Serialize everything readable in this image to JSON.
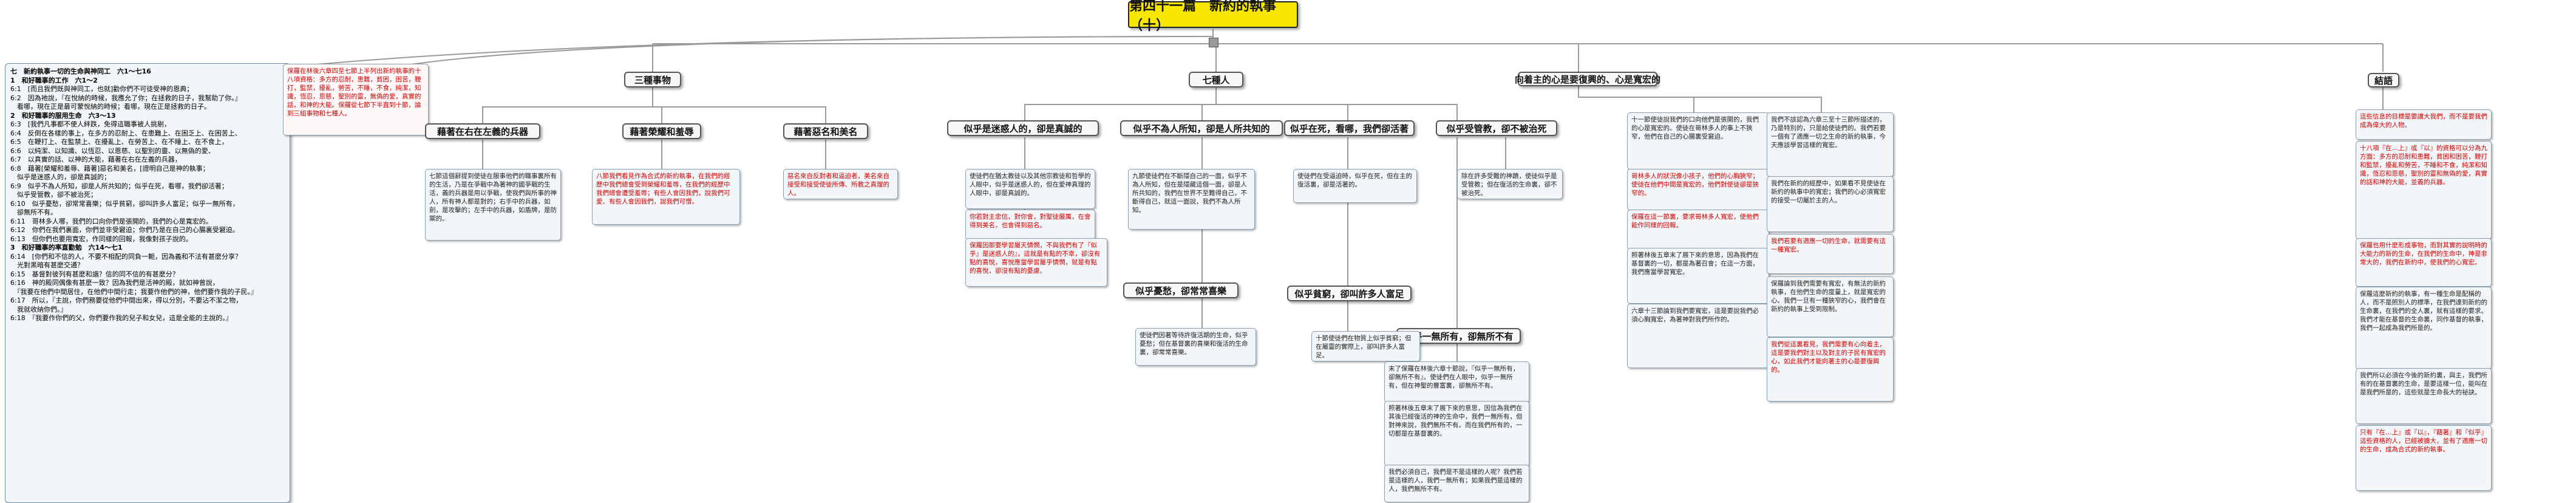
{
  "title": "第四十一篇　新約的執事（十）",
  "nodes": {
    "three_things": "三種事物",
    "seven_persons": "七種人",
    "turn_to_lord": "向着主的心是要復興的、心是寬宏的",
    "conclusion": "結語",
    "weapons": "藉著在右在左義的兵器",
    "glory_dishonor": "藉著榮耀和羞辱",
    "evil_good_report": "藉著惡名和美名",
    "deceivers_true": "似乎是迷惑人的，卻是真誠的",
    "unknown_known": "似乎不為人所知，卻是人所共知的",
    "dying_live": "似乎在死，看哪，我們卻活著",
    "chastened_not_killed": "似乎受管教，卻不被治死",
    "sorrowful_rejoicing": "似乎憂愁，卻常常喜樂",
    "poor_rich": "似乎貧窮，卻叫許多人富足",
    "nothing_all": "似乎一無所有，卻無所不有"
  },
  "left_panel": {
    "lines": [
      {
        "t": "七　新約執事一切的生命與神同工　六1～七16",
        "h": true
      },
      {
        "t": "1　和好職事的工作　六1～2",
        "h": true
      },
      {
        "t": "6:1　[而且我們既與神同工，也就]勸你們不可徒受神的恩典；"
      },
      {
        "t": "6:2　因為祂說，『在悅納的時候，我應允了你；在拯救的日子，我幫助了你。』"
      },
      {
        "t": "　看哪，現在正是最可蒙悅納的時候；看哪，現在正是拯救的日子。"
      },
      {
        "t": "2　和好職事的服用生命　六3～13",
        "h": true
      },
      {
        "t": "6:3　[我們凡事都不使人絆跌，免得這職事被人挑剔，"
      },
      {
        "t": "6:4　反倒在各樣的事上，在多方的忍耐上、在患難上、在困乏上、在困苦上、"
      },
      {
        "t": "6:5　在鞭打上、在監禁上、在擾亂上、在勞苦上、在不睡上、在不食上，"
      },
      {
        "t": "6:6　以純潔、以知識、以恆忍、以恩慈、以聖別的靈、以無偽的愛、"
      },
      {
        "t": "6:7　以真實的話、以神的大能，藉著在右在左義的兵器，"
      },
      {
        "t": "6:8　藉著[榮耀和羞辱、藉著]惡名和美名，[證明自己是神的執事；"
      },
      {
        "t": "　似乎是迷惑人的，卻是真誠的；"
      },
      {
        "t": "6:9　似乎不為人所知，卻是人所共知的；似乎在死，看哪，我們卻活著；"
      },
      {
        "t": "　似乎受管教，卻不被治死；"
      },
      {
        "t": "6:10　似乎憂愁，卻常常喜樂；似乎貧窮，卻叫許多人富足；似乎一無所有，"
      },
      {
        "t": "　卻無所不有。"
      },
      {
        "t": "6:11　哥林多人哪，我們的口向你們是張開的，我們的心是寬宏的。"
      },
      {
        "t": "6:12　你們在我們裏面，你們並非受窘迫；你們乃是在自己的心腸裏受窘迫。"
      },
      {
        "t": "6:13　但你們也要用寬宏，作同樣的回報，我像對孩子說的。"
      },
      {
        "t": "3　和好職事的率直勸勉　六14～七1",
        "h": true
      },
      {
        "t": "6:14　[你們和不信的人，不要不相配的同負一軛，因為義和不法有甚麼分享？"
      },
      {
        "t": "　光對黑暗有甚麼交通？"
      },
      {
        "t": "6:15　基督對彼列有甚麼和諧？信的同不信的有甚麼分？"
      },
      {
        "t": "6:16　神的殿同偶像有甚麼一致？因為我們是活神的殿，就如神曾說，"
      },
      {
        "t": "　『我要在他們中間居住，在他們中間行走；我要作他們的神，他們要作我的子民。』"
      },
      {
        "t": "6:17　所以，『主說，你們務要從他們中間出來，得以分別，不要沾不潔之物，"
      },
      {
        "t": "　我就收納你們。』"
      },
      {
        "t": "6:18　『我要作你們的父，你們要作我的兒子和女兒，這是全能的主說的。』"
      }
    ]
  },
  "notes": {
    "left_intro": "保羅在林後六章四至七節上半列出新約執事的十八項資格：多方的忍耐，患難，貧困，困苦，鞭打，監禁，擾亂，勞苦，不睡，不食，純潔，知識，恆忍，恩慈，聖別的靈，無偽的愛，真實的話，和神的大能。保羅從七節下半直到十節，論到三組事物和七種人。",
    "weapons": "七節這個辭提到使徒在服事他們的職事裏所有的生活，乃是在爭戰中為著神的國爭戰的生活，義的兵器是用以爭戰，使我們與所事的神人，所有神人都是對的；右手中的兵器，如劍，是攻擊的；左手中的兵器，如盾牌，是防禦的。",
    "glory": "八節我們看見作為合式的新約執事，在我們的經歷中我們總會受到榮耀和羞辱，在我們的經歷中我們總會遭受羞辱；有些人會因我們，說我們可愛、有些人會因我們，說我們可憎。",
    "evil_report": "惡名來自反對者和逼迫者，美名來自接受和接受使徒所傳、所教之真理的人。",
    "deceivers": "使徒們在猶太教徒以及其他宗教徒和哲學的人眼中，似乎是迷惑人的，但在愛神真理的人眼中，卻是真誠的。",
    "deceivers2": "你若對主忠信，對你會，對聖徒嚴厲，在會得到美名，也會得到惡名。",
    "unknown": "九節使徒們在不斷隱自己的一面，似乎不為人所知，但在是隱藏這個一面，卻是人所共知的，我們在世界不至難得自己，不斷得自己，就這一面說，我們不為人所知。",
    "sorrow": "保羅因那要學習屬天憐憫，不與我們有了『似乎』是迷惑人的』，這就是有點的不幸，卻沒有點的喜悅，喜悅應當學習屬乎憐憫，就是有點的喜悅，卻沒有點的憂慮。",
    "sorrow2": "使徒們因著等待許復活期的生命，似乎憂愁；但在基督裏的喜樂和復活的生命裏，卻常常喜樂。",
    "dying": "使徒們在受逼迫時，似乎在死，但在主的復活裏，卻是活著的。",
    "chastened": "除在許多受難的神蹟，使徒似乎是受管教；但在復活的生命裏，卻不被治死。",
    "poor": "十節使徒們在物質上似乎貧窮；但在屬靈的實際上，卻叫許多人富足。",
    "nothing": "末了保羅在林後六章十節說，『似乎一無所有，卻無所不有』。使徒們在人眼中，似乎一無所有，但在神聖的豐富裏，卻無所不有。",
    "nothing2": "照著林後五章末了展下來的意思，因信為我們在其後已經復活的神的生命中，我們一無所有，但對神來說，我們無所不有。而在我們所有的，一切都是在基督裏的。",
    "nothing3": "我們必須自己，我們是不是這樣的人呢？我們若是這樣的人，我們一無所有；如果我們是這樣的人，我們無所不有。",
    "turn1": "十一節使徒說我們的口向他們是張開的，我們的心是寬宏的。使徒在哥林多人的事上不狹窄，他們在自己的心腸裏受窘迫。",
    "turn2": "哥林多人的狀況像小孩子，他們的心胸狹窄；使徒在他們中間是寬宏的，他們對使徒卻是狹窄的。",
    "turn3": "保羅在這一節裏，要求哥林多人寬宏，使他們能作同樣的回報。",
    "turn4": "照著林後五章末了展下來的意思，因為我們在基督裏的一切，都是為著召會；在這一方面，我們應當學習寬宏。",
    "turn5": "六章十三節論到我們要寬宏，這是要說我們必須心胸寬宏，為著神對我們所作的。",
    "turn6": "我們不該認為六章三至十三節所描述的，乃是特別的，只是給使徒們的。我們若要一個有了適應一切之生命的新約執事，今天應該學習這樣的寬宏。",
    "turn7": "我們在新約的經歷中，如果看不見使徒在新約的執事中的寬宏；我們的心必須寬宏的接受一切屬於主的人。",
    "turn8": "我們若要有適應一切的生命，就需要有這一種寬宏。",
    "turn9": "保羅論到我們需要有寬宏，有無法的新約執事，在他們生命的度量上，就是寬宏的心。我們一旦有一種狹窄的心，我們會在新約的執事上受到限制。",
    "turn10": "我們從這裏看見，我們需要有心向着主，這是要我們對主以及對主的子民有寬宏的心，如此我們才能向著主的心是要復興的。",
    "concl1": "這些信息的目標是要讓大我們，而不是要我們成為偉大的人物。",
    "concl2": "十八項『在…上』或『以』的資格可以分為九方面：多方的忍耐和患難，貧困和困苦，鞭打和監禁，擾亂和勞苦，不睡和不食，純潔和知識，恆忍和恩慈，聖別的靈和無偽的愛，真實的話和神的大能，並義的兵器。",
    "concl3": "保羅也用什麼形成事物，而對其實的說明時的大能力的新的生命，在我們的生命中，神是非常大的，我們在新約中，使我們的心寬宏。",
    "concl4": "保羅這麼新約的執事，有一種生命是配稱的人，而不是照別人的標準，在我們達到新約的生命裏，在我們的全人裏，就有這樣的要求。我們才能在基督的生命裏，同作基督的執事，我們一起成為我們所是的。",
    "concl5": "我們所以必須在今後的新約裏，與主，我們所有的在基督裏的生命，是要這樣一位，能叫在是我們所是的，這些就是生命長大的祕訣。",
    "concl6": "只有『在…上』或『以』，『藉著』和『似乎』這些資格的人，已經被擴大，並有了適應一切的生命，成為合式的新約執事。"
  }
}
